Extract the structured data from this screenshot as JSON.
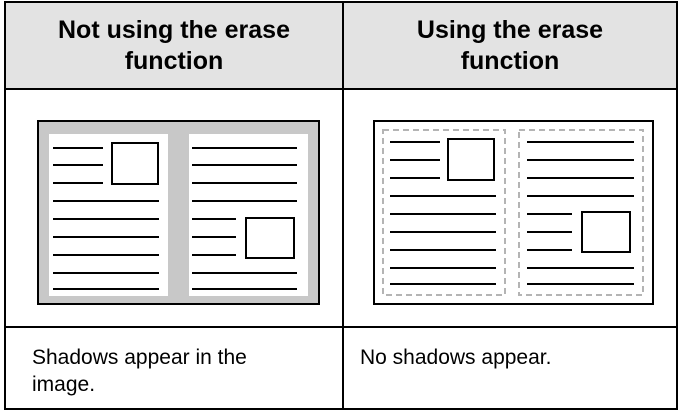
{
  "table": {
    "headers": [
      "Not using the erase function",
      "Using the erase function"
    ],
    "captions": [
      "Shadows appear in the image.",
      "No shadows appear."
    ]
  },
  "illustrations": [
    {
      "name": "book-scan-with-shadows",
      "shadow_color": "#c8c8c8"
    },
    {
      "name": "book-scan-erased",
      "dashed_border_color": "#b4b4b4"
    }
  ]
}
